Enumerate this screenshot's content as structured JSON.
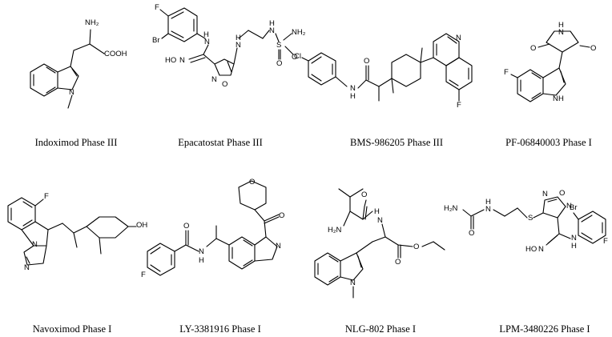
{
  "compounds": [
    {
      "caption": "Indoximod Phase III",
      "atoms": {
        "nh2": "NH₂",
        "cooh": "COOH",
        "n": "N"
      }
    },
    {
      "caption": "Epacatostat Phase III",
      "atoms": {
        "f": "F",
        "br": "Br",
        "nh1": "H",
        "n1": "N",
        "nh2": "H",
        "n2": "N",
        "nh3": "H",
        "n3": "N",
        "s": "S",
        "nh2b": "NH₂",
        "o1": "O",
        "o2": "O",
        "hon": "HO",
        "n4": "N",
        "n5": "N",
        "o3": "O"
      }
    },
    {
      "caption": "BMS-986205 Phase III",
      "atoms": {
        "cl": "Cl",
        "n": "N",
        "h": "H",
        "o": "O",
        "nq": "N",
        "f": "F"
      }
    },
    {
      "caption": "PF-06840003 Phase I",
      "atoms": {
        "h": "H",
        "n": "N",
        "o1": "O",
        "o2": "O",
        "f": "F",
        "ni": "N",
        "hi": "H"
      }
    },
    {
      "caption": "Navoximod Phase I",
      "atoms": {
        "f": "F",
        "oh": "OH",
        "n1": "N",
        "n2": "N"
      }
    },
    {
      "caption": "LY-3381916 Phase I",
      "atoms": {
        "o1": "O",
        "o2": "O",
        "o3": "O",
        "h": "H",
        "n": "N",
        "n2": "N",
        "f": "F"
      }
    },
    {
      "caption": "NLG-802 Phase I",
      "atoms": {
        "o1": "O",
        "h2n": "H₂N",
        "h": "H",
        "n1": "N",
        "o2": "O",
        "o3": "O",
        "n2": "N"
      }
    },
    {
      "caption": "LPM-3480226 Phase I",
      "atoms": {
        "h2n": "H₂N",
        "o1": "O",
        "h1": "H",
        "n1": "N",
        "s": "S",
        "n2": "N",
        "o2": "O",
        "n3": "N",
        "br": "Br",
        "f": "F",
        "hon": "HO",
        "n4": "N",
        "h2": "H",
        "n5": "N"
      }
    }
  ]
}
